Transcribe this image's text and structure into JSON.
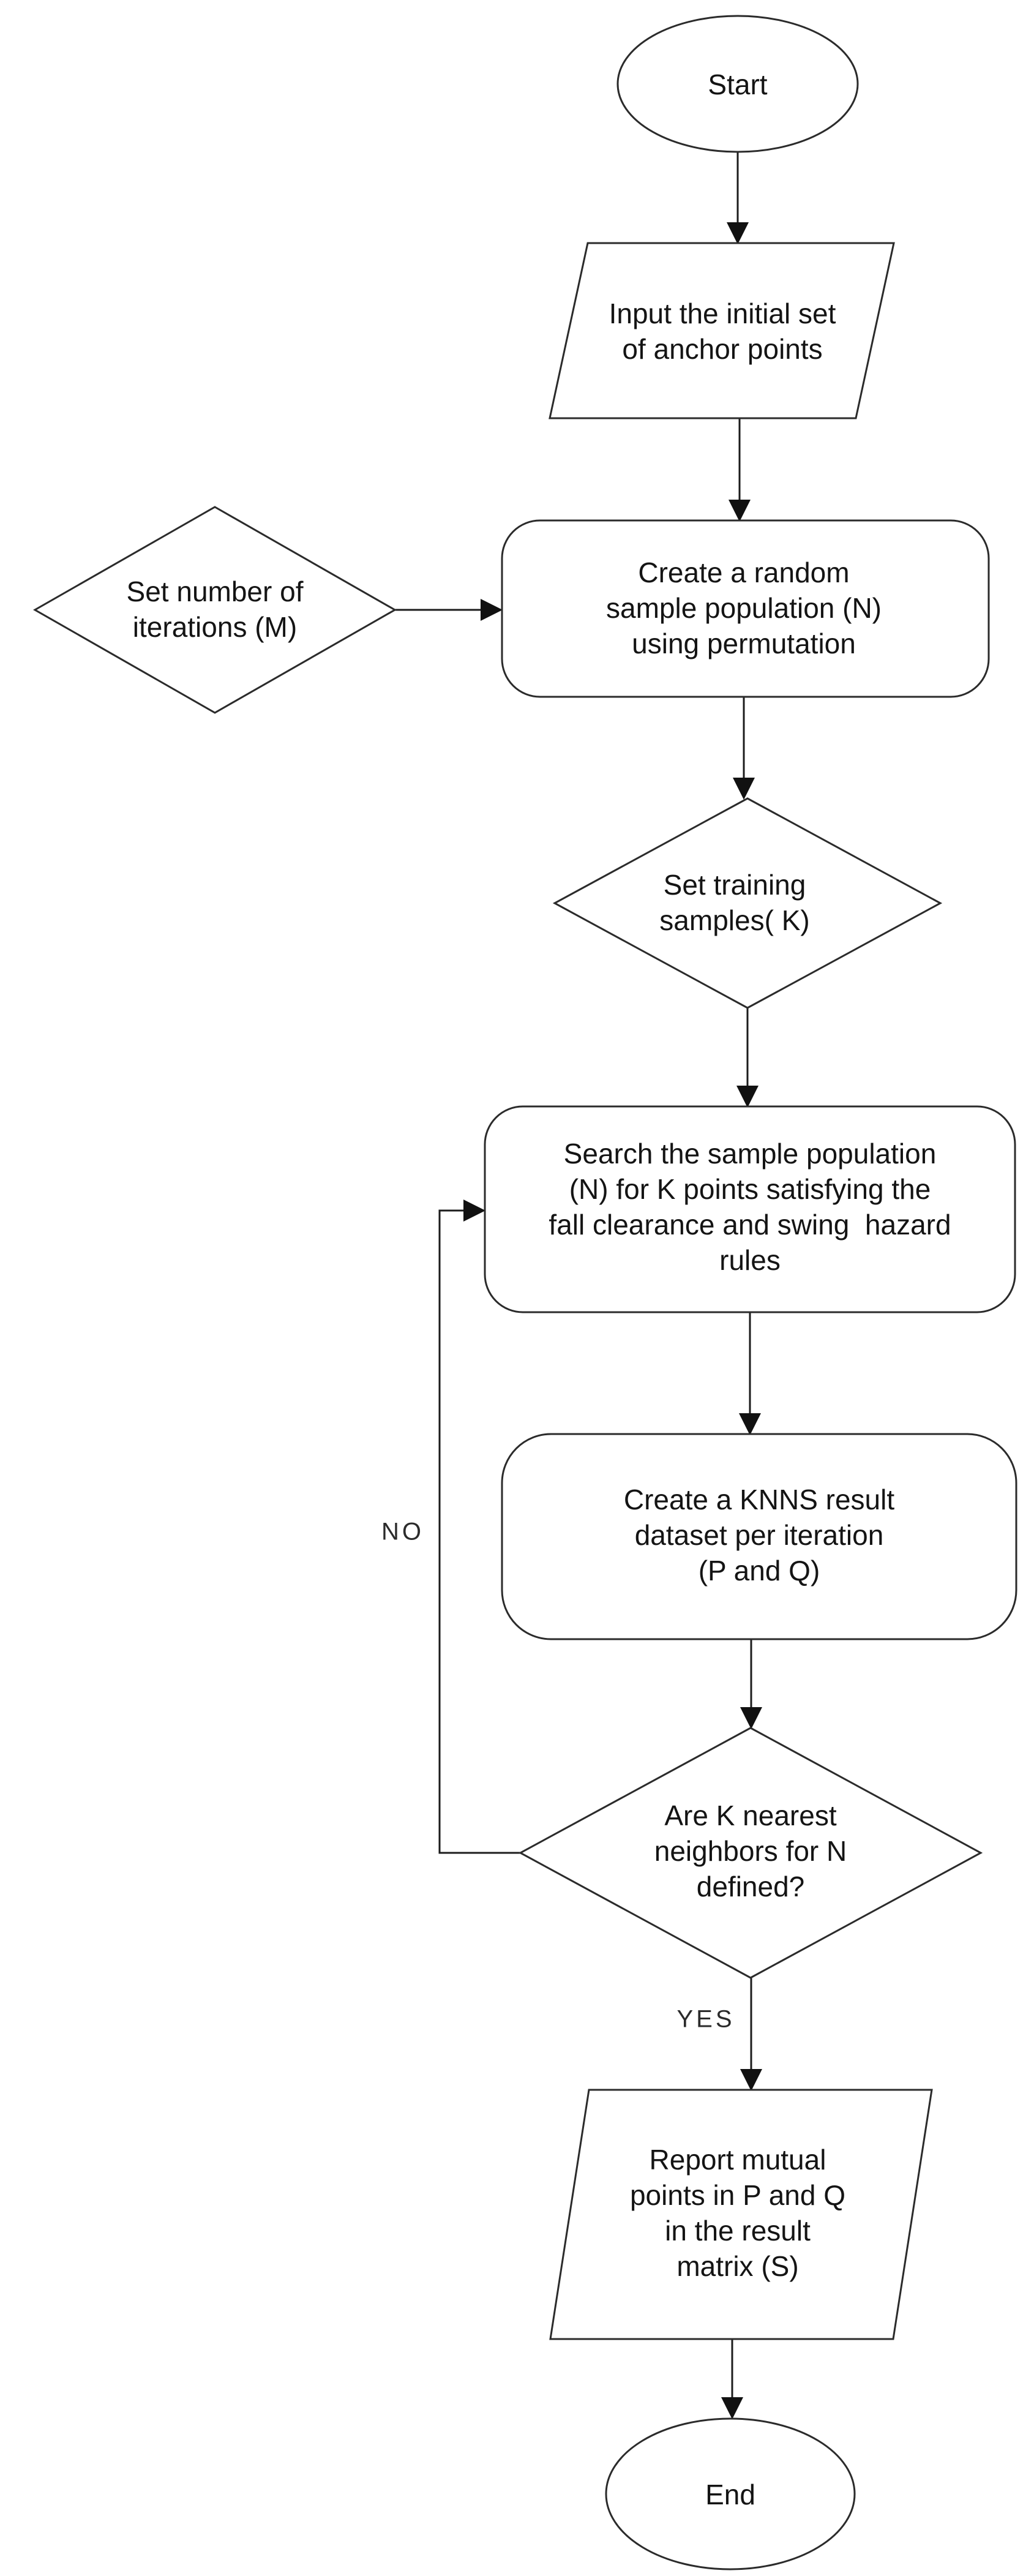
{
  "flowchart": {
    "nodes": {
      "start": {
        "type": "terminator",
        "lines": [
          "Start"
        ]
      },
      "input_anchor_points": {
        "type": "input-output",
        "lines": [
          "Input the initial set",
          "of anchor points"
        ]
      },
      "set_iterations": {
        "type": "decision",
        "lines": [
          "Set number of",
          "iterations (M)"
        ]
      },
      "create_population": {
        "type": "process",
        "lines": [
          "Create a random",
          "sample population (N)",
          "using permutation"
        ]
      },
      "set_training_samples": {
        "type": "decision",
        "lines": [
          "Set training",
          "samples( K)"
        ]
      },
      "search_population": {
        "type": "process",
        "lines": [
          "Search the sample population",
          "(N) for K points satisfying the",
          "fall clearance and swing  hazard",
          "rules"
        ]
      },
      "create_knns_dataset": {
        "type": "process",
        "lines": [
          "Create a KNNS result",
          "dataset per iteration",
          "(P and Q)"
        ]
      },
      "neighbors_defined": {
        "type": "decision",
        "lines": [
          "Are K nearest",
          "neighbors for N",
          "defined?"
        ]
      },
      "report_mutual_points": {
        "type": "input-output",
        "lines": [
          "Report mutual",
          "points in P and Q",
          "in the result",
          "matrix (S)"
        ]
      },
      "end": {
        "type": "terminator",
        "lines": [
          "End"
        ]
      }
    },
    "edges": [
      {
        "from": "start",
        "to": "input_anchor_points",
        "label": ""
      },
      {
        "from": "input_anchor_points",
        "to": "create_population",
        "label": ""
      },
      {
        "from": "set_iterations",
        "to": "create_population",
        "label": ""
      },
      {
        "from": "create_population",
        "to": "set_training_samples",
        "label": ""
      },
      {
        "from": "set_training_samples",
        "to": "search_population",
        "label": ""
      },
      {
        "from": "search_population",
        "to": "create_knns_dataset",
        "label": ""
      },
      {
        "from": "create_knns_dataset",
        "to": "neighbors_defined",
        "label": ""
      },
      {
        "from": "neighbors_defined",
        "to": "search_population",
        "label": "NO"
      },
      {
        "from": "neighbors_defined",
        "to": "report_mutual_points",
        "label": "YES"
      },
      {
        "from": "report_mutual_points",
        "to": "end",
        "label": ""
      }
    ],
    "colors": {
      "background": "#ffffff",
      "stroke": "#2b2b2b",
      "text": "#141414"
    }
  }
}
